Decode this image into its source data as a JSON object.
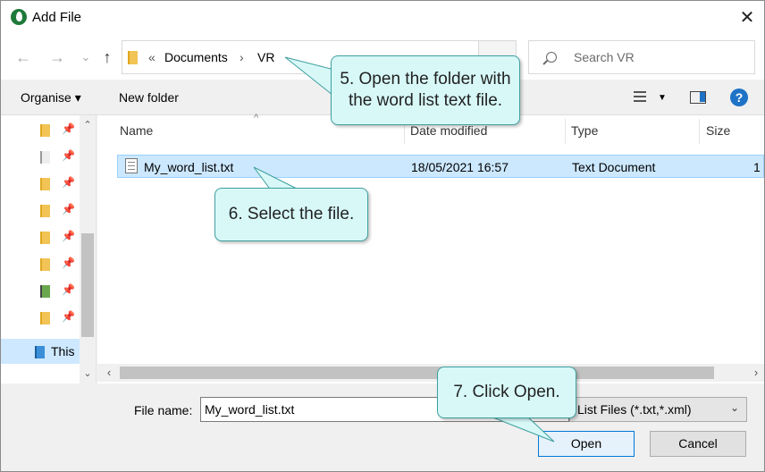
{
  "window": {
    "title": "Add File",
    "close": "✕"
  },
  "nav": {
    "back": "←",
    "forward": "→",
    "dropdown": "⌄",
    "up": "↑",
    "breadcrumb_sep": "«",
    "crumbs": [
      "Documents",
      "VR"
    ],
    "crumb_arrow": "›",
    "search_placeholder": "Search VR"
  },
  "toolbar": {
    "organise": "Organise ▾",
    "new_folder": "New folder",
    "help": "?"
  },
  "sidebar": {
    "this_pc": "This"
  },
  "columns": {
    "name": "Name",
    "date": "Date modified",
    "type": "Type",
    "size": "Size"
  },
  "files": [
    {
      "name": "My_word_list.txt",
      "date": "18/05/2021 16:57",
      "type": "Text Document",
      "size": "1"
    }
  ],
  "footer": {
    "file_name_label": "File name:",
    "file_name_value": "My_word_list.txt",
    "filter": "List Files (*.txt,*.xml)",
    "open": "Open",
    "cancel": "Cancel"
  },
  "callouts": {
    "step5": "5. Open the folder with the word list text file.",
    "step6": "6. Select the file.",
    "step7": "7. Click Open."
  }
}
